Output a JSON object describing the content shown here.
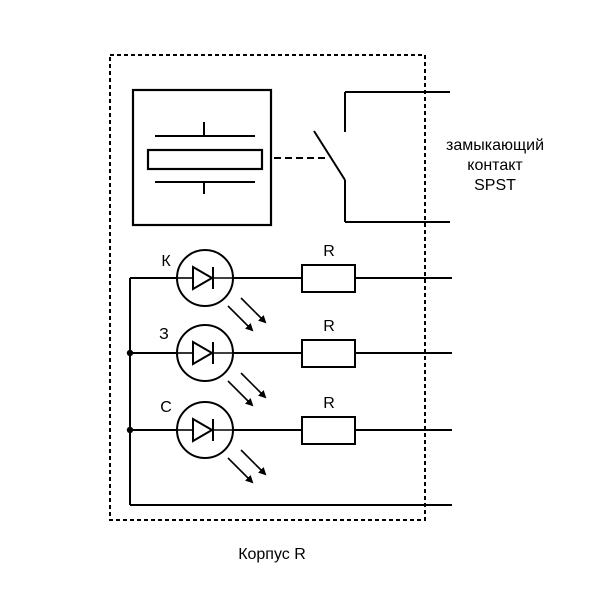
{
  "contact_label": {
    "line1": "замыкающий",
    "line2": "контакт",
    "line3": "SPST"
  },
  "leds": [
    {
      "label": "К",
      "resistor": "R"
    },
    {
      "label": "З",
      "resistor": "R"
    },
    {
      "label": "С",
      "resistor": "R"
    }
  ],
  "housing_label": "Корпус R"
}
